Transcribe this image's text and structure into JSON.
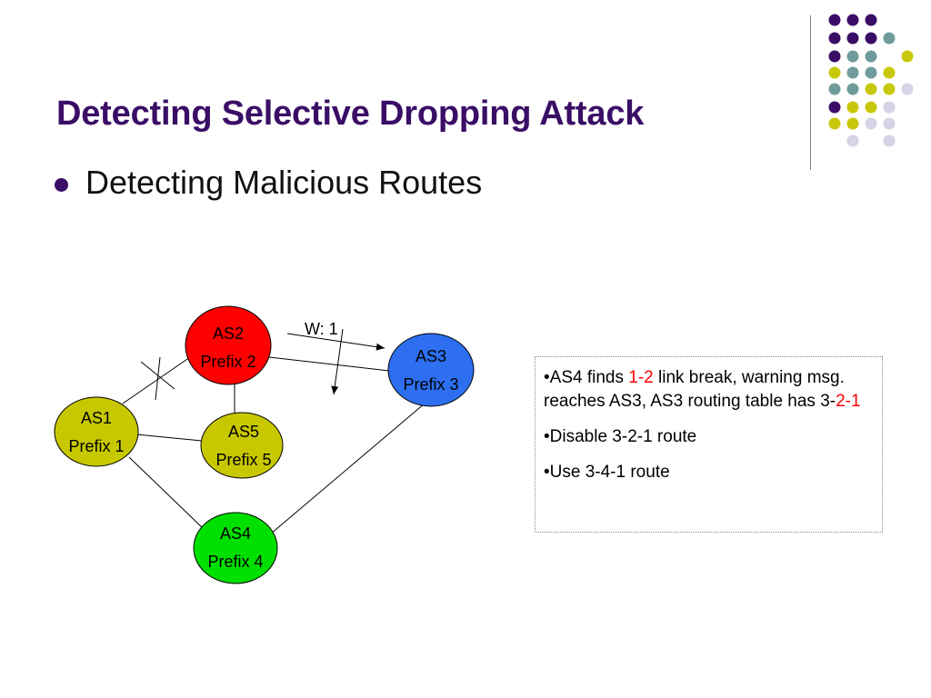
{
  "slide": {
    "title": "Detecting Selective Dropping Attack",
    "bullet": "Detecting Malicious Routes"
  },
  "colors": {
    "title": "#3a0e66",
    "dot_purple": "#3a0e66",
    "dot_teal": "#6f9b9b",
    "dot_yellow": "#c8c80a",
    "dot_lavender": "#d4d4e6",
    "node_red": "#ff0000",
    "node_blue": "#2d6ff0",
    "node_green": "#00e000",
    "node_olive": "#c8c800",
    "highlight_red": "#ff0000"
  },
  "nodes": {
    "as1": {
      "line1": "AS1",
      "line2": "Prefix 1"
    },
    "as2": {
      "line1": "AS2",
      "line2": "Prefix 2"
    },
    "as3": {
      "line1": "AS3",
      "line2": "Prefix 3"
    },
    "as4": {
      "line1": "AS4",
      "line2": "Prefix 4"
    },
    "as5": {
      "line1": "AS5",
      "line2": "Prefix 5"
    }
  },
  "links": [
    {
      "from": "AS1",
      "to": "AS2",
      "status": "broken"
    },
    {
      "from": "AS1",
      "to": "AS5"
    },
    {
      "from": "AS1",
      "to": "AS4"
    },
    {
      "from": "AS2",
      "to": "AS5"
    },
    {
      "from": "AS2",
      "to": "AS3"
    },
    {
      "from": "AS4",
      "to": "AS3"
    }
  ],
  "warning_label": "W: 1",
  "info": {
    "p1_prefix": "•AS4 finds ",
    "p1_red1": "1-2",
    "p1_mid": " link break, warning msg. reaches AS3, AS3 routing table has 3-",
    "p1_red2": "2-1",
    "p2": "•Disable 3-2-1 route",
    "p3": "•Use 3-4-1 route"
  }
}
